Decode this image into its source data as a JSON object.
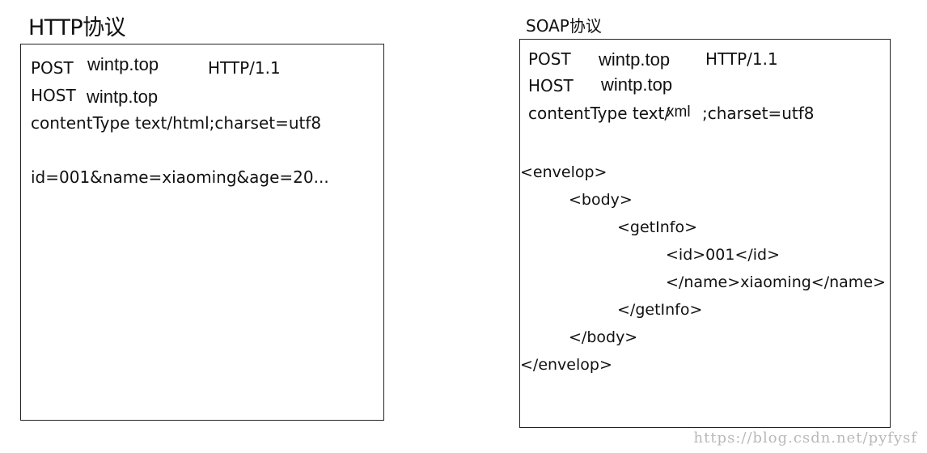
{
  "http": {
    "title": "HTTP协议",
    "post_label": "POST",
    "post_host": "wintp.top",
    "protocol": "HTTP/1.1",
    "host_label": "HOST",
    "host_value": "wintp.top",
    "content_type": "contentType text/html;charset=utf8",
    "body": "id=001&name=xiaoming&age=20..."
  },
  "soap": {
    "title": "SOAP协议",
    "post_label": "POST",
    "post_host": "wintp.top",
    "protocol": "HTTP/1.1",
    "host_label": "HOST",
    "host_value": "wintp.top",
    "content_type_prefix": "contentType text/",
    "content_type_hand": "xml",
    "content_type_suffix": ";charset=utf8",
    "xml_lines": [
      "<envelop>",
      "<body>",
      "<getInfo>",
      "<id>001</id>",
      "</name>xiaoming</name>",
      "</getInfo>",
      "</body>",
      "</envelop>"
    ]
  },
  "watermark": "https://blog.csdn.net/pyfysf"
}
